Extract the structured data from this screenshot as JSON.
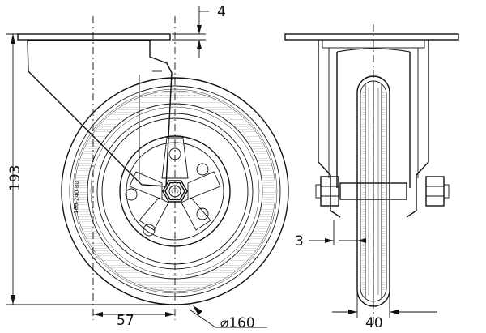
{
  "drawing": {
    "dimensions": {
      "plate_thickness": "4",
      "total_height": "193",
      "offset": "57",
      "wheel_diameter": "⌀160",
      "hub_gap": "3",
      "wheel_width": "40"
    },
    "tire_marking": "160-240-80"
  }
}
